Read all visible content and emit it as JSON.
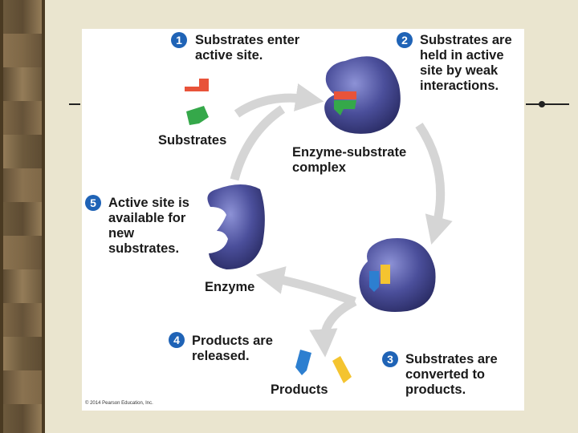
{
  "figure": {
    "steps": [
      {
        "number": "1",
        "text": "Substrates enter active site."
      },
      {
        "number": "2",
        "text": "Substrates are held in active site by weak interactions."
      },
      {
        "number": "3",
        "text": "Substrates are converted to products."
      },
      {
        "number": "4",
        "text": "Products are released."
      },
      {
        "number": "5",
        "text": "Active site is available for new substrates."
      }
    ],
    "labels": {
      "substrates": "Substrates",
      "complex": "Enzyme-substrate complex",
      "enzyme": "Enzyme",
      "products": "Products"
    },
    "copyright": "© 2014 Pearson Education, Inc."
  },
  "colors": {
    "enzyme": "#4b4f9b",
    "arrow": "#d5d5d5",
    "step_badge": "#1f63b6",
    "substrate_red": "#e8533a",
    "substrate_green": "#35a84a",
    "product_blue": "#2d7fd0",
    "product_yellow": "#f4c430",
    "background": "#eae5cf"
  }
}
